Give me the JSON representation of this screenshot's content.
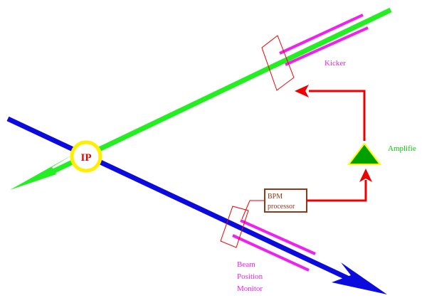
{
  "ip": {
    "label": "IP"
  },
  "kicker": {
    "label": "Kicker"
  },
  "amplifier": {
    "label": "Amplifie"
  },
  "bpm_processor": {
    "line1": "BPM",
    "line2": "processor"
  },
  "bpm": {
    "line1": "Beam",
    "line2": "Position",
    "line3": "Monitor"
  },
  "colors": {
    "green_beam": "#22ee22",
    "blue_beam": "#0b0bdd",
    "ip_ring": "#ffee00",
    "ip_text": "#ee0000",
    "magenta": "#ee22ee",
    "feedback": "#ee0000",
    "processor_box": "#8b3a1a",
    "amplifier_fill": "#00a000",
    "amplifier_outline": "#ffff00",
    "amplifier_text": "#00cc00"
  }
}
